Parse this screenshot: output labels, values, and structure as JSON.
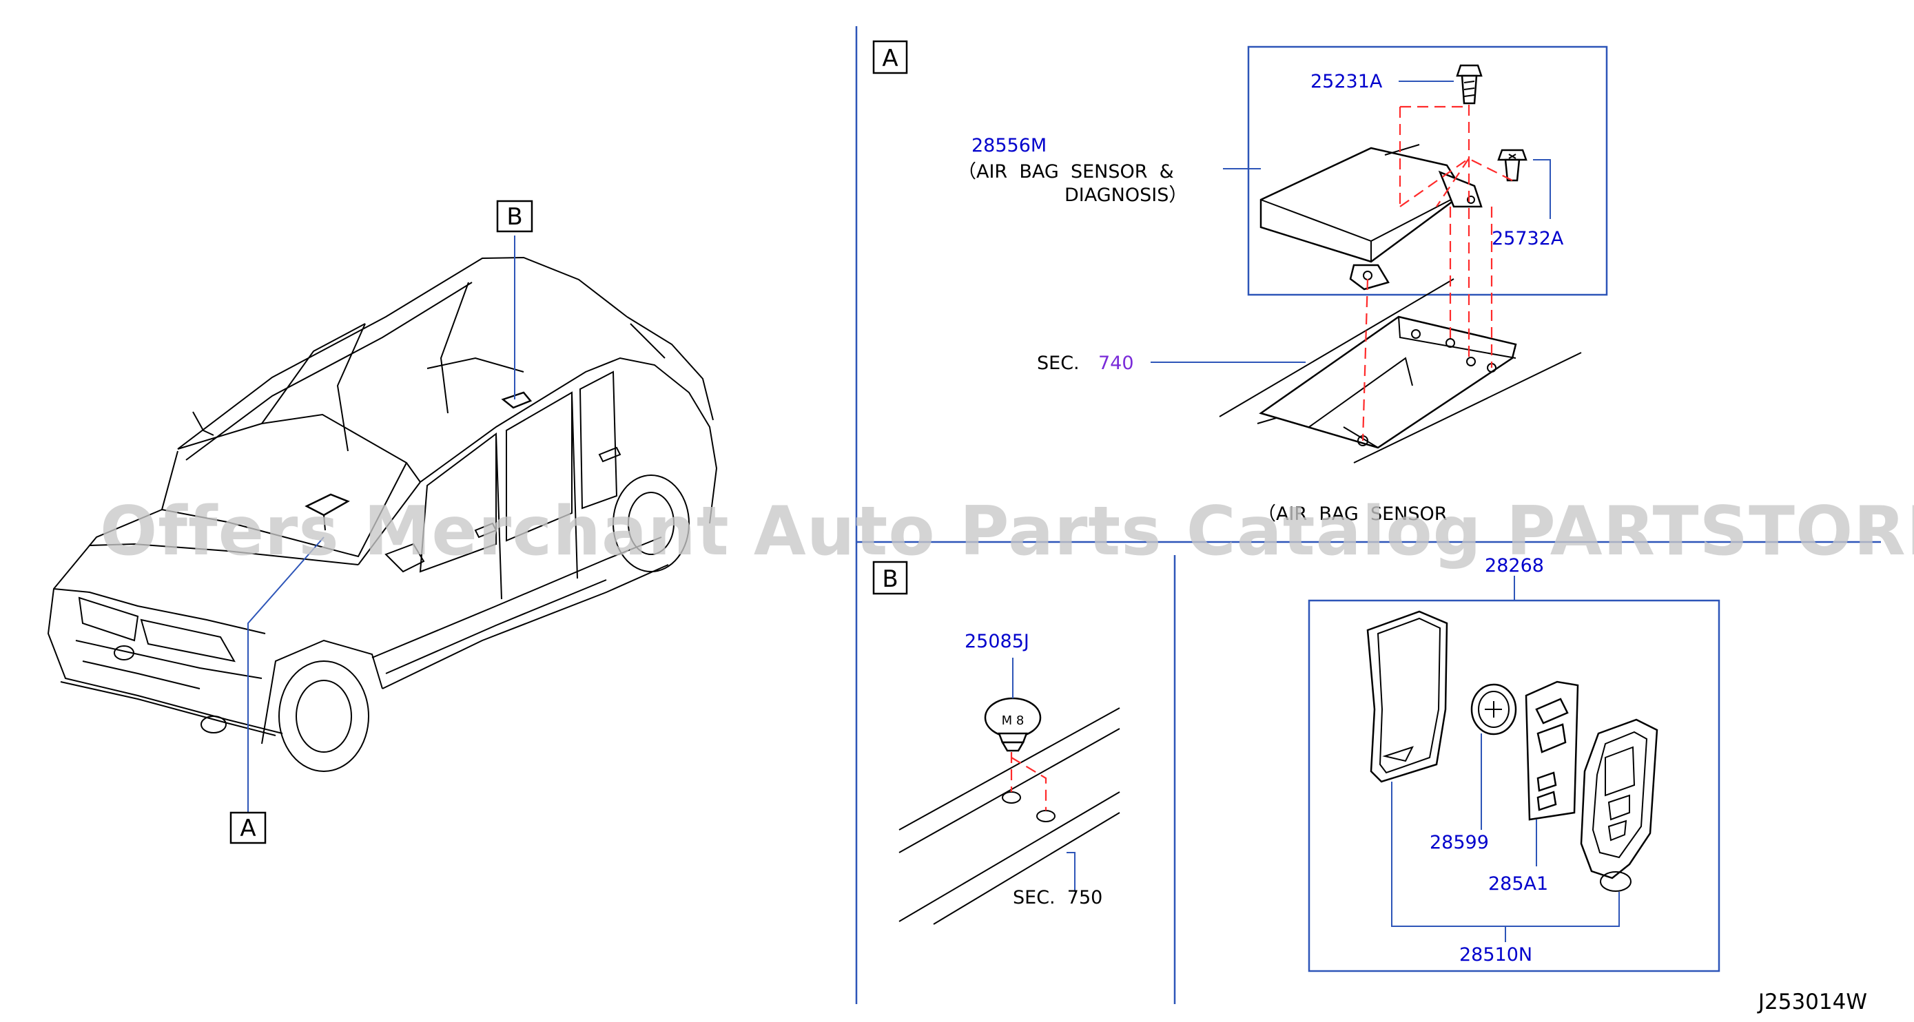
{
  "diagram": {
    "view_callouts": {
      "car_a": "A",
      "car_b": "B",
      "section_a": "A",
      "section_b": "B"
    },
    "section_a": {
      "module_part_no": "28556M",
      "module_desc_line1": "（AIR  BAG  SENSOR  &",
      "module_desc_line2": "DIAGNOSIS）",
      "bolt_top_part_no": "25231A",
      "bolt_side_part_no": "25732A",
      "sec_prefix": "SEC.",
      "sec_number": "740",
      "bottom_caption": "（AIR  BAG  SENSOR"
    },
    "section_b": {
      "clip_part_no": "25085J",
      "clip_marking": "M 8",
      "sec_label": "SEC.  750"
    },
    "section_c": {
      "group_part_no": "28268",
      "battery_part_no": "28599",
      "pad_part_no": "285A1",
      "keyfob_part_no": "28510N"
    },
    "watermark": "Offers Merchant Auto Parts Catalog PARTSTORE.SA",
    "drawing_code": "J253014W"
  }
}
